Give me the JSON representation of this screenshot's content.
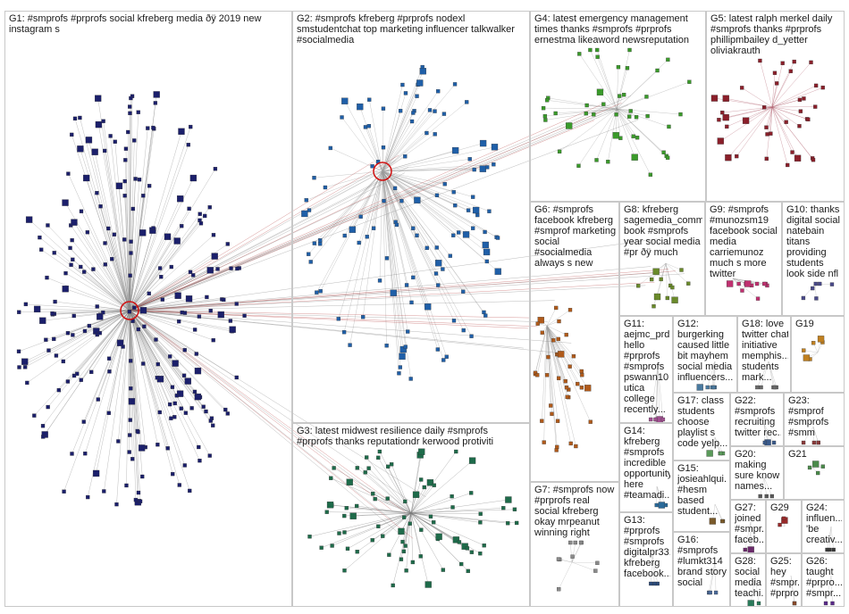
{
  "groups": [
    {
      "id": "G1",
      "lines": [
        "G1: #smprofs #prprofs social kfreberg media ðÿ 2019 new",
        "instagram s"
      ],
      "color": "#1b1f6b",
      "edge": "#8a8a8a"
    },
    {
      "id": "G2",
      "lines": [
        "G2: #smprofs kfreberg #prprofs nodexl",
        "smstudentchat top marketing influencer talkwalker",
        "#socialmedia"
      ],
      "color": "#1f5fa8",
      "edge": "#9a9a9a"
    },
    {
      "id": "G3",
      "lines": [
        "G3: latest midwest resilience daily #smprofs",
        "#prprofs thanks reputationdr kerwood protiviti"
      ],
      "color": "#1e6b4a",
      "edge": "#7a7a7a"
    },
    {
      "id": "G4",
      "lines": [
        "G4: latest emergency management",
        "times thanks #smprofs #prprofs",
        "ernestma likeaword newsreputation"
      ],
      "color": "#3a9a2a",
      "edge": "#9a9a9a"
    },
    {
      "id": "G5",
      "lines": [
        "G5: latest ralph merkel daily",
        "#smprofs thanks #prprofs",
        "phillipmbailey d_yetter",
        "oliviakrauth"
      ],
      "color": "#8a1f2a",
      "edge": "#b06070"
    },
    {
      "id": "G6",
      "lines": [
        "G6: #smprofs",
        "facebook kfreberg",
        "#smprof marketing",
        "social",
        "#socialmedia",
        "always s new"
      ],
      "color": "#b05a1a",
      "edge": "#9a9a9a"
    },
    {
      "id": "G7",
      "lines": [
        "G7: #smprofs now",
        "#prprofs real",
        "social kfreberg",
        "okay mrpeanut",
        "winning right"
      ],
      "color": "#8a8a8a",
      "edge": "#aaaaaa"
    },
    {
      "id": "G8",
      "lines": [
        "G8: kfreberg",
        "sagemedia_comm",
        "book #smprofs",
        "year social media",
        "#pr ðÿ much"
      ],
      "color": "#6a8a2a",
      "edge": "#aaaaaa"
    },
    {
      "id": "G9",
      "lines": [
        "G9: #smprofs",
        "#munozsm19",
        "facebook social",
        "media",
        "carriemunoz",
        "much s more",
        "twitter"
      ],
      "color": "#c03070",
      "edge": "#aaaaaa"
    },
    {
      "id": "G10",
      "lines": [
        "G10: thanks",
        "digital social",
        "natebain",
        "titans",
        "providing",
        "students",
        "look side nfl"
      ],
      "color": "#4a4a8a",
      "edge": "#aaaaaa"
    },
    {
      "id": "G11",
      "lines": [
        "G11:",
        "aejmc_prd",
        "hello",
        "#prprofs",
        "#smprofs",
        "pswann10",
        "utica",
        "college",
        "recently..."
      ],
      "color": "#a05090",
      "edge": "#aaaaaa"
    },
    {
      "id": "G12",
      "lines": [
        "G12:",
        "burgerking",
        "caused little",
        "bit mayhem",
        "social media",
        "influencers..."
      ],
      "color": "#4a7aa0",
      "edge": "#aaaaaa"
    },
    {
      "id": "G18",
      "lines": [
        "G18: love",
        "twitter chat",
        "initiative",
        "memphis...",
        "students",
        "mark..."
      ],
      "color": "#6a6a6a",
      "edge": "#aaaaaa"
    },
    {
      "id": "G19",
      "lines": [
        "G19"
      ],
      "color": "#c08020",
      "edge": "#aaaaaa"
    },
    {
      "id": "G14",
      "lines": [
        "G14:",
        "kfreberg",
        "#smprofs",
        "incredible",
        "opportunity",
        "here",
        "#teamadi..."
      ],
      "color": "#2a6a9a",
      "edge": "#aaaaaa"
    },
    {
      "id": "G17",
      "lines": [
        "G17: class",
        "students",
        "choose",
        "playlist s",
        "code yelp..."
      ],
      "color": "#5a9a5a",
      "edge": "#aaaaaa"
    },
    {
      "id": "G22",
      "lines": [
        "G22:",
        "#smprofs",
        "recruiting",
        "twitter rec..."
      ],
      "color": "#3a5a8a",
      "edge": "#aaaaaa"
    },
    {
      "id": "G23",
      "lines": [
        "G23:",
        "#smprof",
        "#smprofs",
        "#smm"
      ],
      "color": "#8a3a3a",
      "edge": "#aaaaaa"
    },
    {
      "id": "G15",
      "lines": [
        "G15:",
        "josieahlqui...",
        "#hesm",
        "based",
        "student..."
      ],
      "color": "#7a5a2a",
      "edge": "#aaaaaa"
    },
    {
      "id": "G20",
      "lines": [
        "G20:",
        "making",
        "sure know",
        "names..."
      ],
      "color": "#5a5a5a",
      "edge": "#aaaaaa"
    },
    {
      "id": "G21",
      "lines": [
        "G21"
      ],
      "color": "#4a8a4a",
      "edge": "#aaaaaa"
    },
    {
      "id": "G13",
      "lines": [
        "G13:",
        "#prprofs",
        "#smprofs",
        "digitalpr33...",
        "kfreberg",
        "facebook..."
      ],
      "color": "#2a4a7a",
      "edge": "#aaaaaa"
    },
    {
      "id": "G27",
      "lines": [
        "G27:",
        "joined",
        "#smpr...",
        "faceb..."
      ],
      "color": "#6a2a6a",
      "edge": "#aaaaaa"
    },
    {
      "id": "G29",
      "lines": [
        "G29"
      ],
      "color": "#9a2a2a",
      "edge": "#aaaaaa"
    },
    {
      "id": "G24",
      "lines": [
        "G24:",
        "influen...",
        "'be",
        "creativ..."
      ],
      "color": "#3a3a3a",
      "edge": "#aaaaaa"
    },
    {
      "id": "G16",
      "lines": [
        "G16:",
        "#smprofs",
        "#lumkt314",
        "brand story",
        "social"
      ],
      "color": "#4a6a9a",
      "edge": "#aaaaaa"
    },
    {
      "id": "G28",
      "lines": [
        "G28:",
        "social",
        "media",
        "teachi..."
      ],
      "color": "#2a7a5a",
      "edge": "#aaaaaa"
    },
    {
      "id": "G25",
      "lines": [
        "G25:",
        "hey",
        "#smpr...",
        "#prpro..."
      ],
      "color": "#8a4a2a",
      "edge": "#aaaaaa"
    },
    {
      "id": "G26",
      "lines": [
        "G26:",
        "taught",
        "#prpro...",
        "#smpr..."
      ],
      "color": "#5a2a8a",
      "edge": "#aaaaaa"
    }
  ]
}
